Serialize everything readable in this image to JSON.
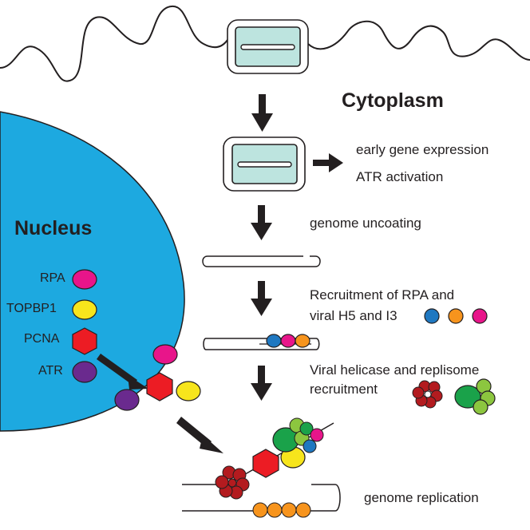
{
  "regions": {
    "cytoplasm": "Cytoplasm",
    "nucleus": "Nucleus"
  },
  "host_factors": [
    "RPA",
    "TOPBP1",
    "PCNA",
    "ATR"
  ],
  "steps": {
    "early_expression": "early gene expression",
    "atr_activation": "ATR activation",
    "uncoating": "genome uncoating",
    "recruitment_line1": "Recruitment of RPA and",
    "recruitment_line2": "viral H5 and I3",
    "helicase_line1": "Viral helicase and replisome",
    "helicase_line2": "recruitment",
    "replication": "genome replication"
  },
  "colors": {
    "nucleus_fill": "#1da9e0",
    "virion_core": "#bde4df",
    "rpa": "#e8158a",
    "topbp1": "#f7e51c",
    "pcna": "#ec1c24",
    "atr": "#6a2a8e",
    "h5_blue": "#1f78c1",
    "i3_orange": "#f7941d",
    "helicase_red": "#b31b1f",
    "replisome_green": "#1aa24a",
    "replisome_lightgreen": "#8cc63f"
  }
}
